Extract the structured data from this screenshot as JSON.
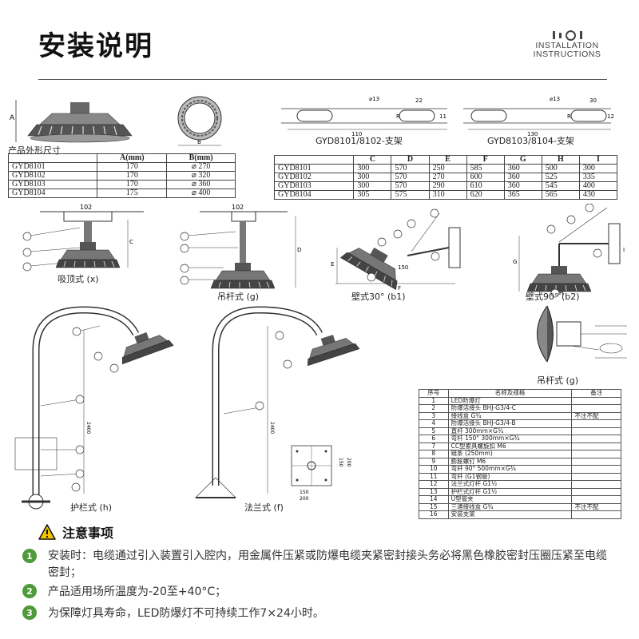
{
  "header": {
    "title": "安装说明",
    "logo_line1": "INSTALLATION",
    "logo_line2": "INSTRUCTIONS"
  },
  "dims_caption": "产品外形尺寸",
  "dims_table": {
    "headers": [
      "",
      "A(mm)",
      "B(mm)"
    ],
    "rows": [
      [
        "GYD8101",
        "170",
        "⌀ 270"
      ],
      [
        "GYD8102",
        "170",
        "⌀ 320"
      ],
      [
        "GYD8103",
        "170",
        "⌀ 360"
      ],
      [
        "GYD8104",
        "175",
        "⌀ 400"
      ]
    ]
  },
  "bracket_captions": [
    "GYD8101/8102-支架",
    "GYD8103/8104-支架"
  ],
  "bracket_dims": {
    "left": [
      "⌀13",
      "22",
      "110",
      "R",
      "11"
    ],
    "right": [
      "⌀13",
      "30",
      "130",
      "R",
      "12"
    ]
  },
  "size_table": {
    "headers": [
      "",
      "C",
      "D",
      "E",
      "F",
      "G",
      "H",
      "I"
    ],
    "rows": [
      [
        "GYD8101",
        "300",
        "570",
        "250",
        "585",
        "360",
        "500",
        "300"
      ],
      [
        "GYD8102",
        "300",
        "570",
        "270",
        "600",
        "360",
        "525",
        "335"
      ],
      [
        "GYD8103",
        "300",
        "570",
        "290",
        "610",
        "360",
        "545",
        "400"
      ],
      [
        "GYD8104",
        "305",
        "575",
        "310",
        "620",
        "365",
        "565",
        "430"
      ]
    ]
  },
  "mount_captions": {
    "ceiling": "吸顶式 (x)",
    "pendant": "吊杆式 (g)",
    "wall30": "壁式30° (b1)",
    "wall90": "壁式90° (b2)",
    "guardrail": "护栏式 (h)",
    "flange": "法兰式 (f)",
    "pendant2": "吊杆式 (g)"
  },
  "drawing_labels": {
    "dim_102": "102",
    "dim_150": "150",
    "dim_2400": "2400",
    "dim_flange": [
      "150",
      "200",
      "150",
      "200"
    ],
    "letters": [
      "A",
      "B",
      "C",
      "D",
      "E",
      "F",
      "G",
      "H",
      "I"
    ]
  },
  "parts_table": {
    "headers": [
      "序号",
      "名称及规格",
      "备注"
    ],
    "rows": [
      [
        "1",
        "LED防爆灯",
        ""
      ],
      [
        "2",
        "防爆活接头 BHJ-G3/4-C",
        ""
      ],
      [
        "3",
        "接线盒 G¾",
        "不注不配"
      ],
      [
        "4",
        "防爆活接头 BHJ-G3/4-B",
        ""
      ],
      [
        "5",
        "直杆 300mm×G¾",
        ""
      ],
      [
        "6",
        "弯杆 150° 300mm×G¾",
        ""
      ],
      [
        "7",
        "CC型索具螺旋扣 M6",
        ""
      ],
      [
        "8",
        "链条 (250mm)",
        ""
      ],
      [
        "9",
        "膨胀螺钉 M6",
        ""
      ],
      [
        "10",
        "弯杆 90° 500mm×G¾",
        ""
      ],
      [
        "11",
        "弯杆 (G1钢管)",
        ""
      ],
      [
        "12",
        "法兰式灯杆 G1½",
        ""
      ],
      [
        "13",
        "护栏式灯杆 G1½",
        ""
      ],
      [
        "14",
        "U型管夹",
        ""
      ],
      [
        "15",
        "三通接线盒 G¾",
        "不注不配"
      ],
      [
        "16",
        "安装支架",
        ""
      ]
    ]
  },
  "notice": {
    "title": "注意事项",
    "items": [
      {
        "num": "1",
        "text": "安装时：电缆通过引入装置引入腔内，用金属件压紧或防爆电缆夹紧密封接头务必将黑色橡胶密封压圈压紧至电缆密封；"
      },
      {
        "num": "2",
        "text": "产品适用场所温度为-20至+40°C；"
      },
      {
        "num": "3",
        "text": "为保障灯具寿命，LED防爆灯不可持续工作7×24小时。"
      }
    ]
  },
  "colors": {
    "accent": "#4f9a3a",
    "warning": "#f3c400",
    "line": "#333333"
  }
}
